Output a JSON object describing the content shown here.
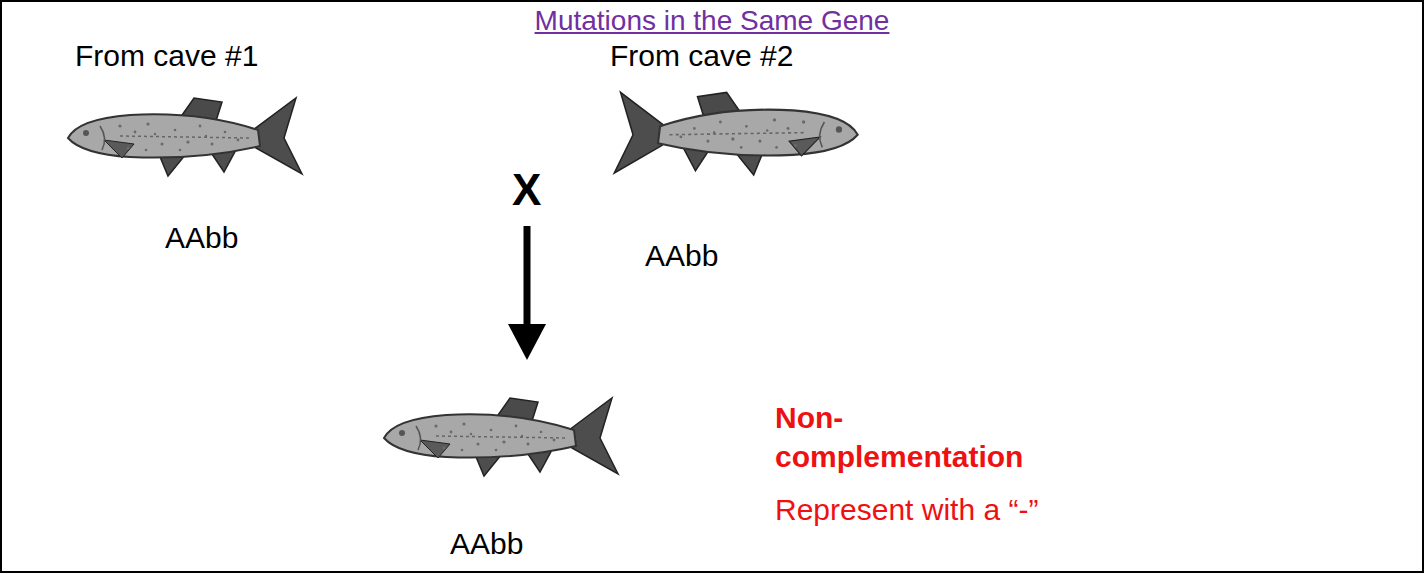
{
  "diagram": {
    "title": "Mutations in the Same Gene",
    "labels": [
      "From cave #1",
      "From cave #2",
      "X",
      "AAbb",
      "AAbb",
      "AAbb",
      "Non- complementation",
      "Represent with a “-”"
    ]
  }
}
